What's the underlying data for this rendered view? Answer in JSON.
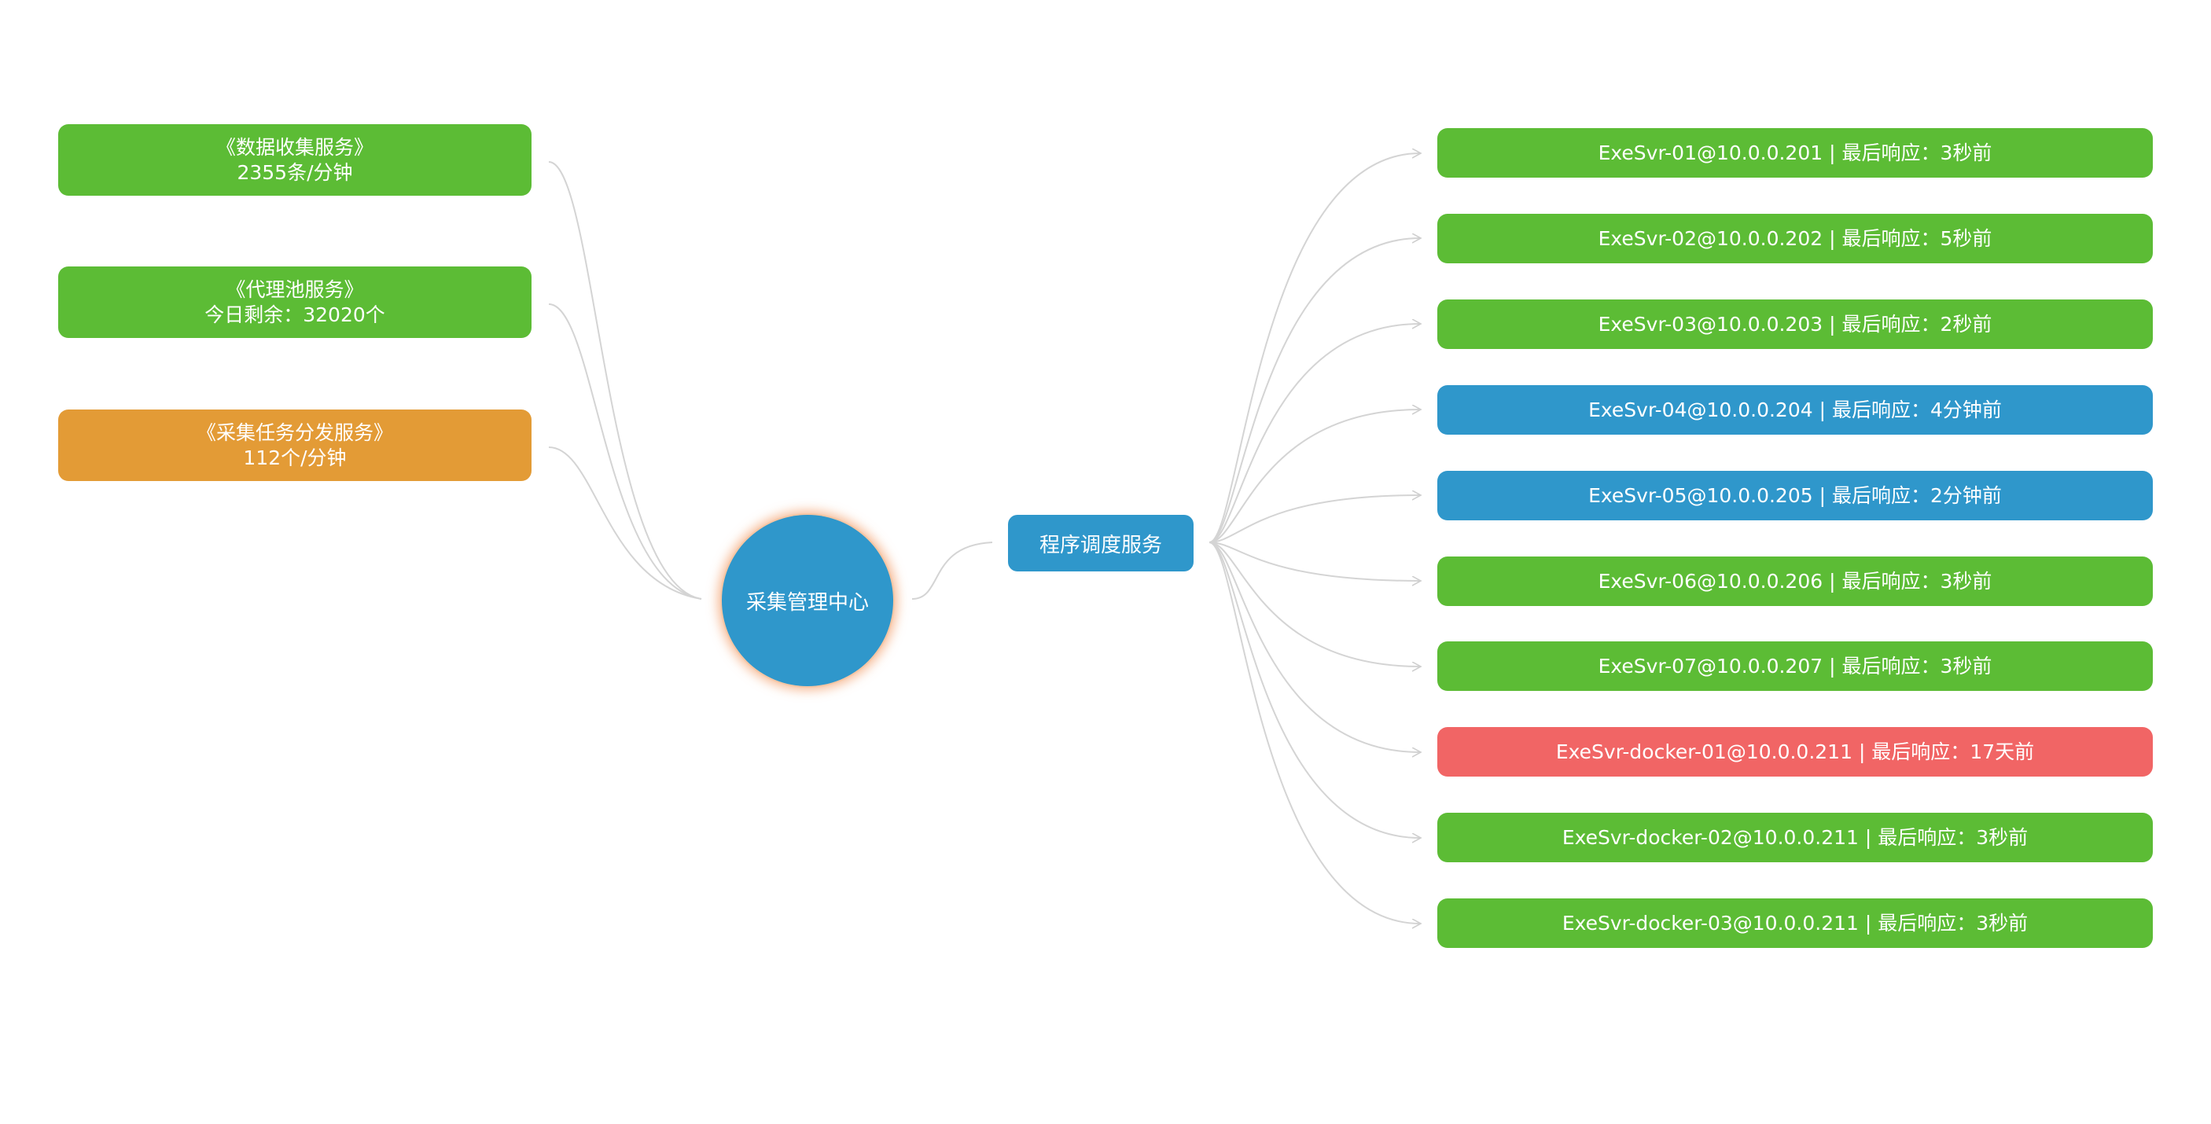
{
  "colors": {
    "green": "#5cbc35",
    "blue": "#2f97cb",
    "orange": "#e39b36",
    "red": "#f16565",
    "link": "#d4d4d4",
    "center_glow": "#f3a06e"
  },
  "center": {
    "label": "采集管理中心",
    "color": "blue"
  },
  "left_nodes": [
    {
      "title": "《数据收集服务》",
      "subtitle": "2355条/分钟",
      "color": "green"
    },
    {
      "title": "《代理池服务》",
      "subtitle": "今日剩余：32020个",
      "color": "green"
    },
    {
      "title": "《采集任务分发服务》",
      "subtitle": "112个/分钟",
      "color": "orange"
    }
  ],
  "dispatch": {
    "label": "程序调度服务",
    "color": "blue"
  },
  "servers": [
    {
      "label": "ExeSvr-01@10.0.0.201 | 最后响应：3秒前",
      "color": "green"
    },
    {
      "label": "ExeSvr-02@10.0.0.202 | 最后响应：5秒前",
      "color": "green"
    },
    {
      "label": "ExeSvr-03@10.0.0.203 | 最后响应：2秒前",
      "color": "green"
    },
    {
      "label": "ExeSvr-04@10.0.0.204 | 最后响应：4分钟前",
      "color": "blue"
    },
    {
      "label": "ExeSvr-05@10.0.0.205 | 最后响应：2分钟前",
      "color": "blue"
    },
    {
      "label": "ExeSvr-06@10.0.0.206 | 最后响应：3秒前",
      "color": "green"
    },
    {
      "label": "ExeSvr-07@10.0.0.207 | 最后响应：3秒前",
      "color": "green"
    },
    {
      "label": "ExeSvr-docker-01@10.0.0.211 | 最后响应：17天前",
      "color": "red"
    },
    {
      "label": "ExeSvr-docker-02@10.0.0.211 | 最后响应：3秒前",
      "color": "green"
    },
    {
      "label": "ExeSvr-docker-03@10.0.0.211 | 最后响应：3秒前",
      "color": "green"
    }
  ]
}
